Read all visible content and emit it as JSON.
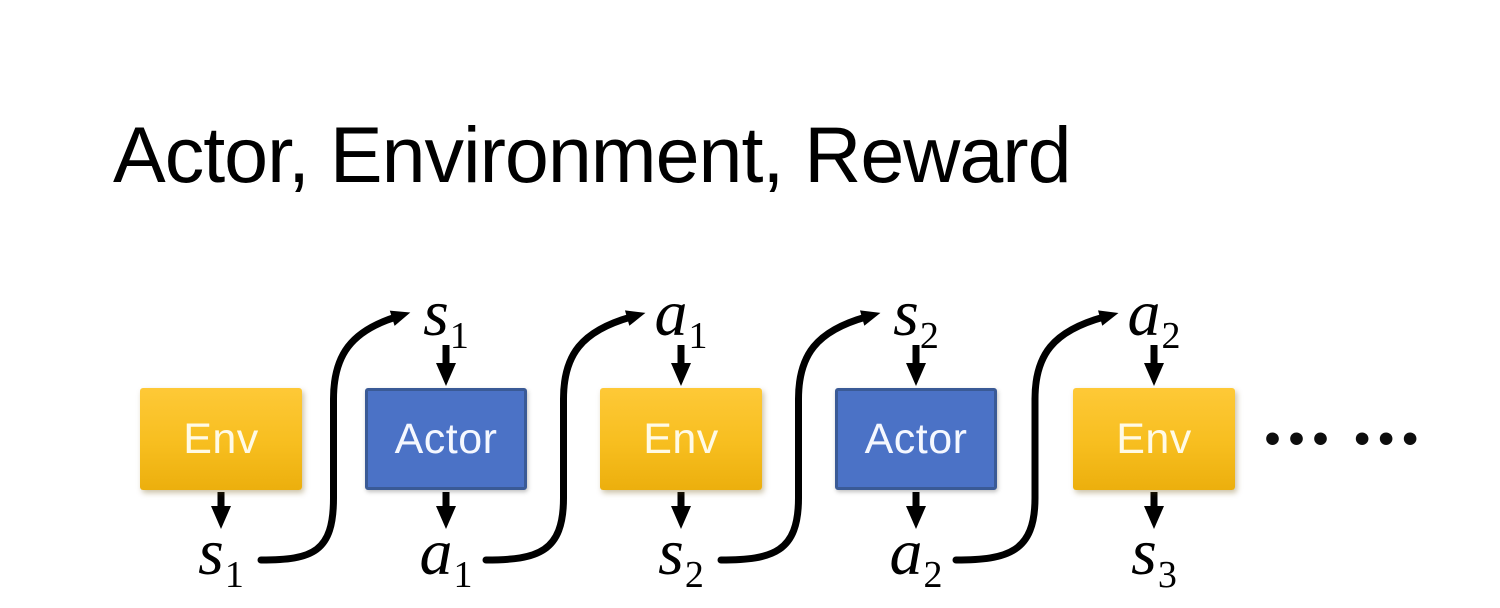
{
  "slide": {
    "title": "Actor, Environment, Reward",
    "background": "#ffffff",
    "title_color": "#000000"
  },
  "diagram": {
    "boxes": [
      {
        "id": "env-1",
        "label": "Env",
        "kind": "env",
        "input": null,
        "output": {
          "base": "s",
          "sub": "1"
        }
      },
      {
        "id": "actor-1",
        "label": "Actor",
        "kind": "actor",
        "input": {
          "base": "s",
          "sub": "1"
        },
        "output": {
          "base": "a",
          "sub": "1"
        }
      },
      {
        "id": "env-2",
        "label": "Env",
        "kind": "env",
        "input": {
          "base": "a",
          "sub": "1"
        },
        "output": {
          "base": "s",
          "sub": "2"
        }
      },
      {
        "id": "actor-2",
        "label": "Actor",
        "kind": "actor",
        "input": {
          "base": "s",
          "sub": "2"
        },
        "output": {
          "base": "a",
          "sub": "2"
        }
      },
      {
        "id": "env-3",
        "label": "Env",
        "kind": "env",
        "input": {
          "base": "a",
          "sub": "2"
        },
        "output": {
          "base": "s",
          "sub": "3"
        }
      }
    ],
    "connectors": [
      {
        "from": "env-1",
        "to": "actor-1",
        "symbol": "s1"
      },
      {
        "from": "actor-1",
        "to": "env-2",
        "symbol": "a1"
      },
      {
        "from": "env-2",
        "to": "actor-2",
        "symbol": "s2"
      },
      {
        "from": "actor-2",
        "to": "env-3",
        "symbol": "a2"
      }
    ],
    "ellipsis": "••• •••",
    "colors": {
      "env_gradient_top": "#FEC937",
      "env_gradient_bottom": "#ECAF0D",
      "env_text": "#FFFAE6",
      "actor_fill": "#4B72C6",
      "actor_border": "#3A5A96",
      "actor_text": "#F5F8FF",
      "arrow": "#000000"
    }
  }
}
